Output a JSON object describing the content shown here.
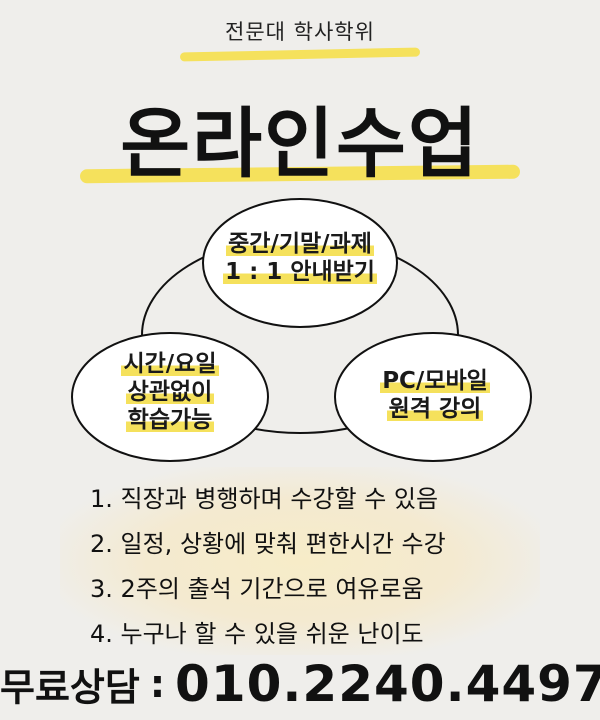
{
  "header": {
    "subtitle": "전문대 학사학위",
    "title": "온라인수업"
  },
  "diagram": {
    "bubbles": {
      "top": {
        "line1": "중간/기말/과제",
        "line2": "1 : 1 안내받기"
      },
      "left": {
        "line1": "시간/요일",
        "line2": "상관없이",
        "line3": "학습가능"
      },
      "right": {
        "line1": "PC/모바일",
        "line2": "원격 강의"
      }
    }
  },
  "benefits": [
    "1. 직장과 병행하며 수강할 수 있음",
    "2. 일정, 상황에 맞춰 편한시간 수강",
    "3. 2주의 출석 기간으로 여유로움",
    "4. 누구나 할 수 있을 쉬운 난이도"
  ],
  "contact": {
    "label": "무료상담",
    "separator": ":",
    "phone": "010.2240.4497"
  },
  "colors": {
    "background": "#efeeeb",
    "highlight": "#f5e15c",
    "text": "#111111"
  }
}
